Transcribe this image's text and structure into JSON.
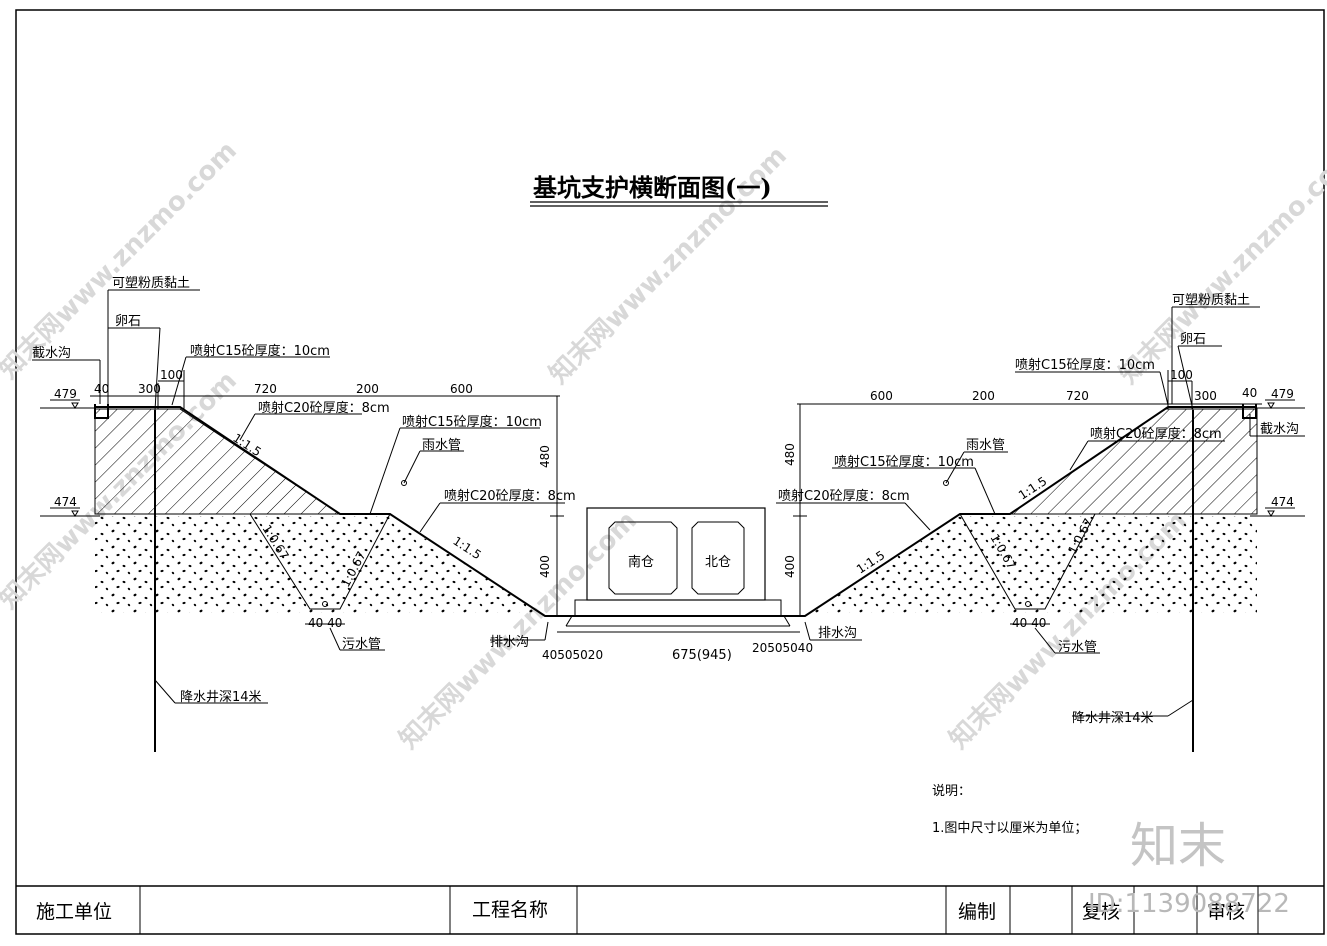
{
  "title": "基坑支护横断面图(一)",
  "left": {
    "soil": "可塑粉质黏土",
    "gravel": "卵石",
    "cutoff": "截水沟",
    "elev_top": "479",
    "elev_mid": "474",
    "d40": "40",
    "d300": "300",
    "d100": "100",
    "d720": "720",
    "d200": "200",
    "d600": "600",
    "d480": "480",
    "d400": "400",
    "shot_c15_top": "喷射C15砼厚度：10cm",
    "shot_c20_upper": "喷射C20砼厚度：8cm",
    "shot_c15_mid": "喷射C15砼厚度：10cm",
    "rain_pipe": "雨水管",
    "shot_c20_lower": "喷射C20砼厚度：8cm",
    "slope_upper": "1:1.5",
    "slope_lower": "1:1.5",
    "slope_a": "1:0.67",
    "slope_b": "1:0.67",
    "sewer": "污水管",
    "drain": "排水沟",
    "bottom_dims": "40505020",
    "well": "降水井深14米",
    "pipe_dims": "40 40"
  },
  "right": {
    "soil": "可塑粉质黏土",
    "gravel": "卵石",
    "cutoff": "截水沟",
    "elev_top": "479",
    "elev_mid": "474",
    "d40": "40",
    "d300": "300",
    "d100": "100",
    "d720": "720",
    "d200": "200",
    "d600": "600",
    "d480": "480",
    "d400": "400",
    "shot_c15_top": "喷射C15砼厚度：10cm",
    "shot_c20_upper": "喷射C20砼厚度：8cm",
    "shot_c15_mid": "喷射C15砼厚度：10cm",
    "rain_pipe": "雨水管",
    "shot_c20_lower": "喷射C20砼厚度：8cm",
    "slope_upper": "1:1.5",
    "slope_lower": "1:1.5",
    "slope_a": "1:0.67",
    "slope_b": "1:0.67",
    "sewer": "污水管",
    "drain": "排水沟",
    "bottom_dims": "20505040",
    "well": "降水井深14米",
    "pipe_dims": "40 40"
  },
  "box": {
    "south": "南仓",
    "north": "北仓",
    "width_label": "675(945)"
  },
  "notes": {
    "heading": "说明：",
    "item1": "1.图中尺寸以厘米为单位；"
  },
  "title_block": {
    "construction_unit": "施工单位",
    "project_name": "工程名称",
    "compiled": "编制",
    "reviewed": "复核",
    "audited": "审核"
  },
  "watermark": {
    "text": "知末网www.znzmo.com",
    "brand": "知末",
    "id": "ID:1139088722"
  }
}
